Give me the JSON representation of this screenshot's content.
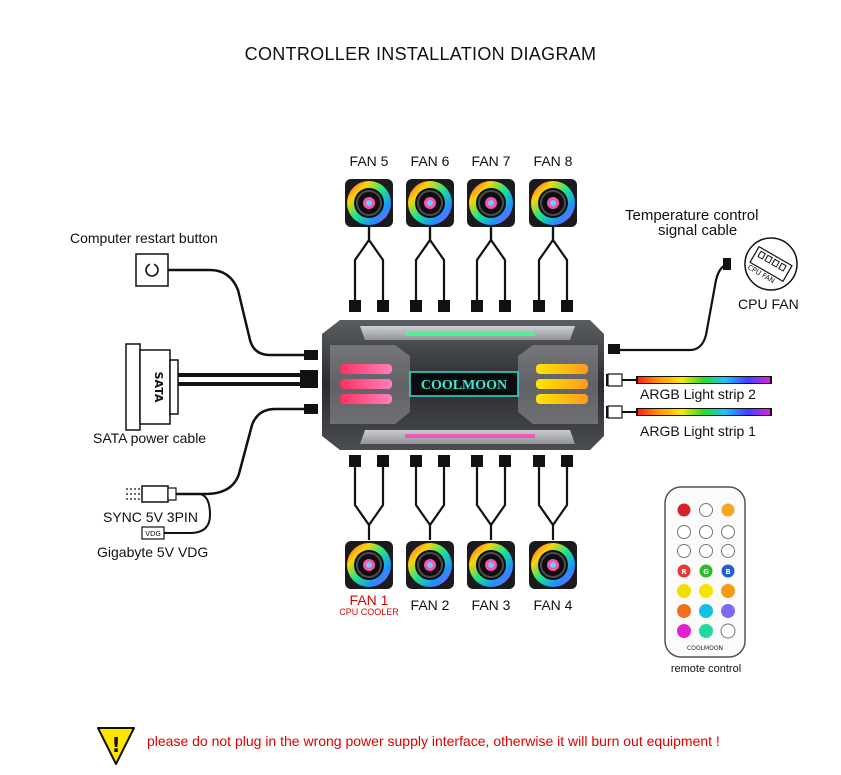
{
  "title": "CONTROLLER INSTALLATION DIAGRAM",
  "fans_top": [
    "FAN 5",
    "FAN 6",
    "FAN 7",
    "FAN 8"
  ],
  "fans_bottom": [
    "FAN 1",
    "FAN 2",
    "FAN 3",
    "FAN 4"
  ],
  "fan1_sub": "CPU COOLER",
  "hub_brand": "COOLMOON",
  "left_labels": {
    "restart": "Computer restart button",
    "sata": "SATA power cable",
    "sata_plug": "SATA",
    "sync": "SYNC 5V 3PIN",
    "gigabyte": "Gigabyte 5V VDG",
    "vdg_plug": "VDG"
  },
  "right_labels": {
    "temp_line1": "Temperature control",
    "temp_line2": "signal cable",
    "cpu_fan": "CPU FAN",
    "cpu_fan_plug": "CPU FAN",
    "strip2": "ARGB Light strip 2",
    "strip1": "ARGB Light strip 1"
  },
  "remote": {
    "label": "remote control",
    "brand": "COOLMOON",
    "color_buttons": [
      [
        "R",
        "G",
        "B"
      ]
    ],
    "colors": {
      "power": "#d6232a",
      "play": "#ffffff",
      "speed": "#f5a623",
      "red": "#e53935",
      "green": "#2eb82e",
      "blue": "#1e5fd6"
    },
    "swatch_colors": [
      "#f0e000",
      "#f6e400",
      "#f39c12",
      "#f07020",
      "#14c0e0",
      "#7d6cf0",
      "#e020d0",
      "#20d8a0",
      "#ffffff"
    ]
  },
  "warning": {
    "icon": "!",
    "text": "please do not plug in the wrong power supply interface, otherwise it will burn out equipment !"
  }
}
